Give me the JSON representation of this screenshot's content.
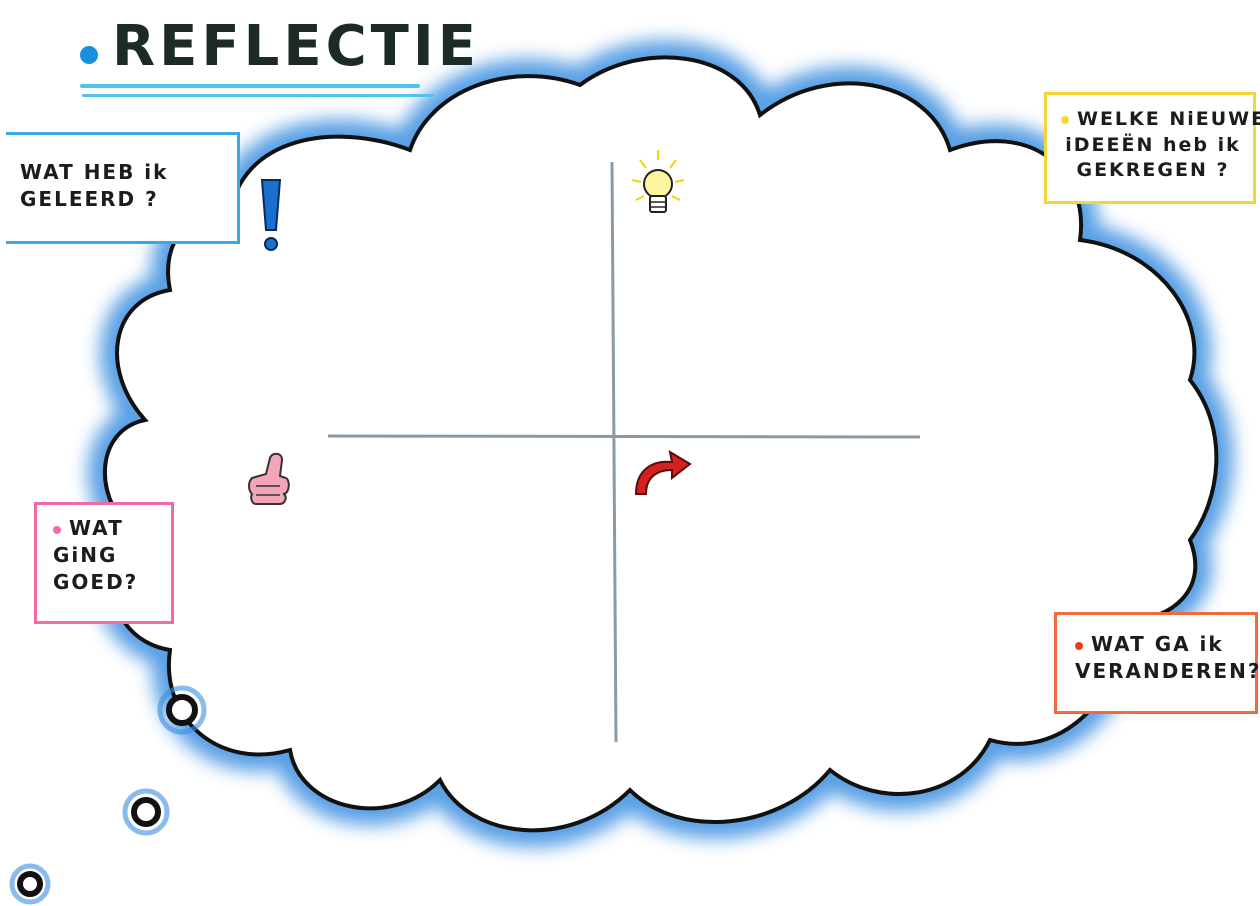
{
  "title": "REFLECTIE",
  "boxes": {
    "learned": {
      "lines": [
        "WAT HEB ik",
        "GELEERD ?"
      ]
    },
    "ideas": {
      "lines": [
        "WELKE NiEUWE",
        "iDEEËN heb ik",
        "GEKREGEN ?"
      ]
    },
    "went_well": {
      "lines": [
        "WAT",
        "GiNG",
        "GOED?"
      ]
    },
    "change": {
      "lines": [
        "WAT GA ik",
        "VERANDEREN?"
      ]
    }
  },
  "icons": [
    "exclamation-icon",
    "lightbulb-icon",
    "thumbs-up-icon",
    "curved-arrow-icon"
  ],
  "colors": {
    "title_accent": "#1a8fe0",
    "cloud_glow": "#3a8ee0",
    "learned_box": "#3aa8e4",
    "ideas_box": "#f4d63a",
    "went_well_box": "#f06aa8",
    "change_box": "#f06a40"
  }
}
